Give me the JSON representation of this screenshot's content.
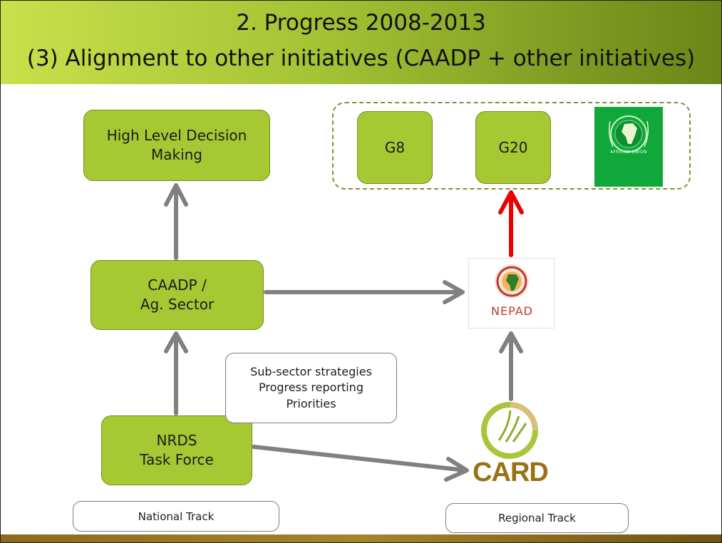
{
  "slide": {
    "title_line1": "2. Progress 2008-2013",
    "title_line2": "(3) Alignment to other initiatives (CAADP + other initiatives)"
  },
  "nodes": {
    "high_level": "High Level Decision\nMaking",
    "caadp": "CAADP /\nAg. Sector",
    "nrds": "NRDS\nTask Force",
    "g8": "G8",
    "g20": "G20",
    "strategies": "Sub-sector strategies\nProgress reporting\nPriorities",
    "national_track": "National Track",
    "regional_track": "Regional Track"
  },
  "logos": {
    "african_union": "AFRICAN UNION",
    "nepad": "NEPAD",
    "card": "CARD"
  },
  "colors": {
    "header_start": "#c9e04a",
    "header_end": "#6c8617",
    "node_fill": "#a6c832",
    "arrow_gray": "#808080",
    "arrow_red": "#ee0000",
    "au_green": "#10a83a"
  },
  "icons": {
    "arrow": "arrow-icon",
    "au_logo": "african-union-logo",
    "nepad_logo": "nepad-logo",
    "card_logo": "card-logo"
  }
}
